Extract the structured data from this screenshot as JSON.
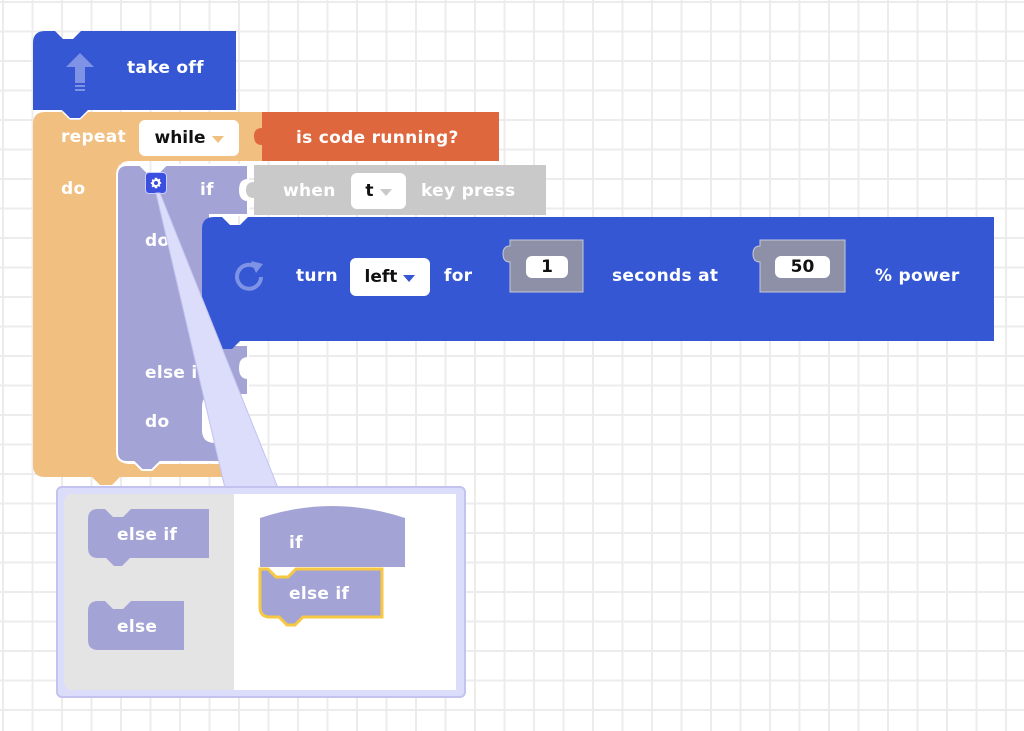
{
  "colors": {
    "motion_block": "#3557d4",
    "loop_block": "#f1bf80",
    "sensor_block": "#de673d",
    "logic_block": "#a3a3d6",
    "event_block": "#c9c9c9",
    "number_slot": "#8d90a6",
    "mutator_bubble": "#dcdcfb",
    "selection_highlight": "#f7c843"
  },
  "blocks": {
    "take_off": {
      "icon": "arrow-up-icon",
      "label": "take off"
    },
    "repeat": {
      "label": "repeat",
      "mode_selected": "while",
      "do_label": "do"
    },
    "condition": {
      "label": "is code running?"
    },
    "if_block": {
      "if_label": "if",
      "do_label": "do",
      "else_if_label": "else if",
      "do2_label": "do",
      "gear_icon": "gear-icon"
    },
    "key_press": {
      "when_label": "when",
      "key_selected": "t",
      "suffix_label": "key press"
    },
    "turn": {
      "icon": "rotate-icon",
      "turn_label": "turn",
      "direction_selected": "left",
      "for_label": "for",
      "seconds_value": "1",
      "seconds_label": "seconds at",
      "power_value": "50",
      "power_label": "% power"
    }
  },
  "mutator": {
    "palette": [
      {
        "label": "else if"
      },
      {
        "label": "else"
      }
    ],
    "workspace": {
      "if_label": "if",
      "else_if_label": "else if"
    }
  }
}
